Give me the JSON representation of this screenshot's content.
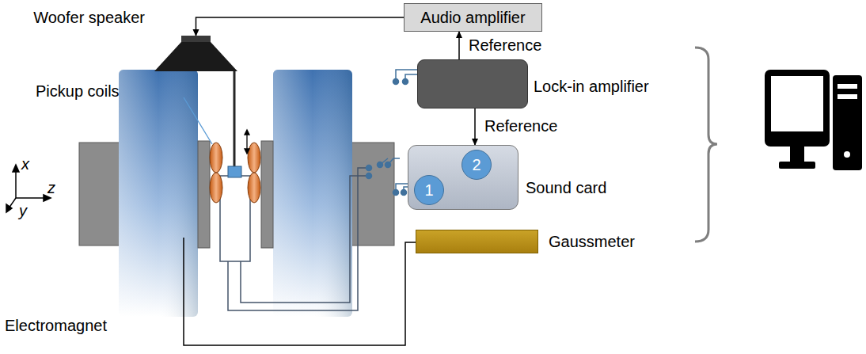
{
  "diagram": {
    "nodes": [
      {
        "text": [
          "Audio amplifier"
        ]
      },
      {
        "text": [
          "Woofer speaker"
        ]
      },
      {
        "text": [
          "Lock-in amplifier"
        ]
      },
      {
        "text": [
          "Sound card"
        ]
      },
      {
        "text": [
          "1"
        ],
        "in": 3
      },
      {
        "text": [
          "2"
        ],
        "in": 3
      },
      {
        "text": [
          "Gaussmeter"
        ]
      }
    ],
    "edges": [
      {
        "from": 0,
        "to": 1,
        "arrow": "to"
      },
      {
        "from": 2,
        "to": 0,
        "arrow": "to",
        "label": "Reference"
      },
      {
        "from": 2,
        "to": 3,
        "arrow": "to",
        "label": "Reference"
      }
    ],
    "labels": [
      "Pickup coils",
      "x",
      "z",
      "y",
      "Electromagnet"
    ]
  }
}
